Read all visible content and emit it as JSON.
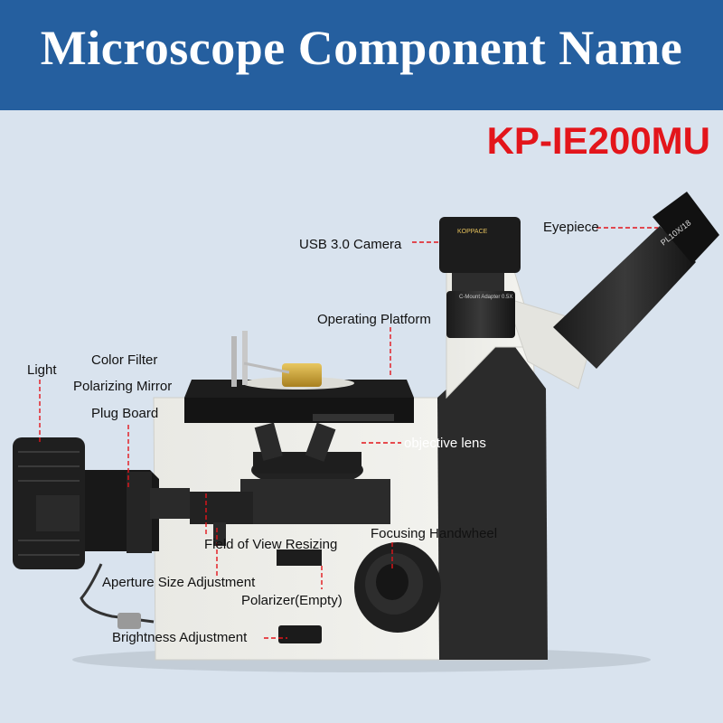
{
  "header": {
    "title": "Microscope Component Name",
    "model": "KP-IE200MU"
  },
  "colors": {
    "banner": "#255f9f",
    "background": "#d9e3ee",
    "model_text": "#e3151b",
    "leader_line": "#e3151b"
  },
  "labels": {
    "usb_camera": "USB 3.0 Camera",
    "eyepiece": "Eyepiece",
    "operating_platform": "Operating Platform",
    "light": "Light",
    "color_filter": "Color Filter",
    "polarizing_mirror": "Polarizing Mirror",
    "plug_board": "Plug Board",
    "objective_lens": "objective lens",
    "focusing_handwheel": "Focusing Handwheel",
    "field_of_view_resizing": "Field of View Resizing",
    "aperture_size_adjustment": "Aperture Size Adjustment",
    "polarizer_empty": "Polarizer(Empty)",
    "brightness_adjustment": "Brightness Adjustment"
  },
  "camera_print": {
    "brand": "KOPPACE",
    "adapter": "C-Mount Adapter 0.5X"
  },
  "eyepiece_print": "PL10X/18"
}
